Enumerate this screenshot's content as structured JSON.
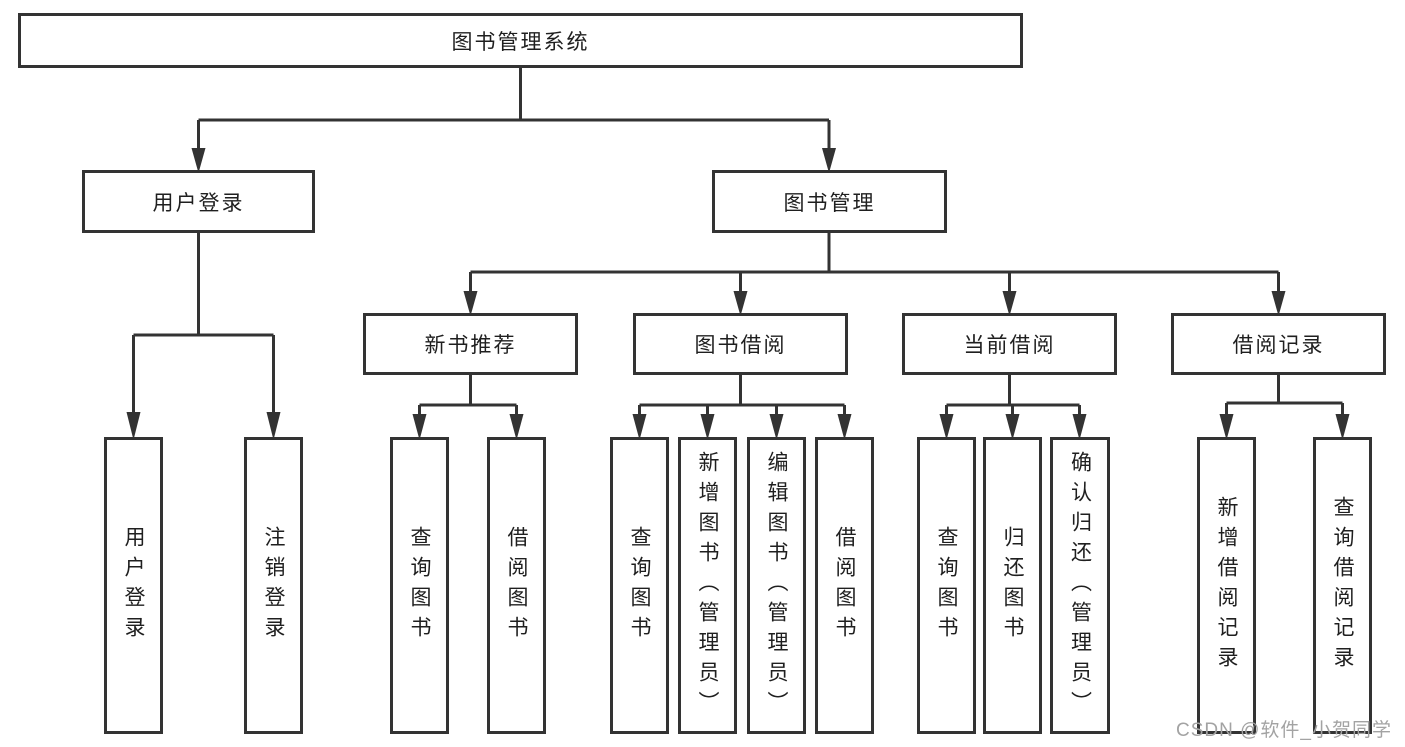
{
  "root": {
    "label": "图书管理系统"
  },
  "level2": [
    {
      "label": "用户登录"
    },
    {
      "label": "图书管理"
    }
  ],
  "level3": [
    {
      "label": "新书推荐"
    },
    {
      "label": "图书借阅"
    },
    {
      "label": "当前借阅"
    },
    {
      "label": "借阅记录"
    }
  ],
  "leaves": {
    "user": [
      "用户登录",
      "注销登录"
    ],
    "recommend": [
      "查询图书",
      "借阅图书"
    ],
    "borrow": [
      "查询图书",
      "新增图书（管理员）",
      "编辑图书（管理员）",
      "借阅图书"
    ],
    "current": [
      "查询图书",
      "归还图书",
      "确认归还（管理员）"
    ],
    "record": [
      "新增借阅记录",
      "查询借阅记录"
    ]
  },
  "watermark": {
    "text": "CSDN @软件_小贺同学"
  },
  "colors": {
    "line": "#333333",
    "text": "#1f1f1f",
    "background": "#ffffff",
    "watermark": "#a3a3a3"
  }
}
